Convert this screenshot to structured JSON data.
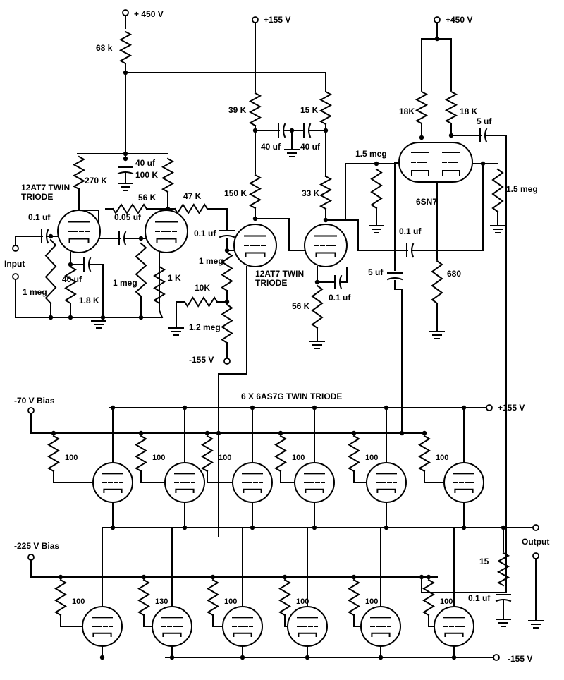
{
  "supplies": {
    "v450_a": "+ 450 V",
    "v155_top": "+155 V",
    "v450_b": "+450 V",
    "v155_right": "+155 V",
    "vneg155_mid": "-155 V",
    "vneg155_bottom": "-155 V",
    "bias70": "-70 V Bias",
    "bias225": "-225 V Bias"
  },
  "io": {
    "input": "Input",
    "output": "Output"
  },
  "tubes": {
    "t1": "12AT7 TWIN\nTRIODE",
    "t2": "12AT7 TWIN\nTRIODE",
    "t3": "6SN7",
    "outputs": "6 X 6AS7G TWIN TRIODE"
  },
  "components": {
    "r68k": "68 k",
    "r270k": "270 K",
    "c40uf_a": "40 uf",
    "r100k": "100 K",
    "r56k_a": "56 K",
    "c01uf_in": "0.1 uf",
    "r1meg_in": "1 meg",
    "c40uf_b": "40 uf",
    "r1_8k": "1.8 K",
    "c005uf": "0.05 uf",
    "r1meg_b": "1 meg",
    "r1k": "1 K",
    "r47k": "47 K",
    "c01uf_b": "0.1 uf",
    "r1meg_c": "1 meg",
    "r10k": "10K",
    "r1_2meg": "1.2 meg",
    "r39k": "39 K",
    "r15k": "15 K",
    "c40uf_c": "40 uf",
    "c40uf_d": "40 uf",
    "r150k": "150 K",
    "r33k": "33 K",
    "r56k_b": "56 K",
    "c01uf_c": "0.1 uf",
    "r18k_a": "18K",
    "r18k_b": "18 K",
    "c5uf_a": "5 uf",
    "r1_5meg_a": "1.5 meg",
    "r1_5meg_b": "1.5 meg",
    "c01uf_d": "0.1 uf",
    "c5uf_b": "5 uf",
    "r680": "680",
    "r15": "15",
    "c01uf_out": "0.1 uf",
    "grid_upper": [
      "100",
      "100",
      "100",
      "100",
      "100",
      "100"
    ],
    "grid_lower": [
      "100",
      "130",
      "100",
      "100",
      "100",
      "100"
    ]
  }
}
